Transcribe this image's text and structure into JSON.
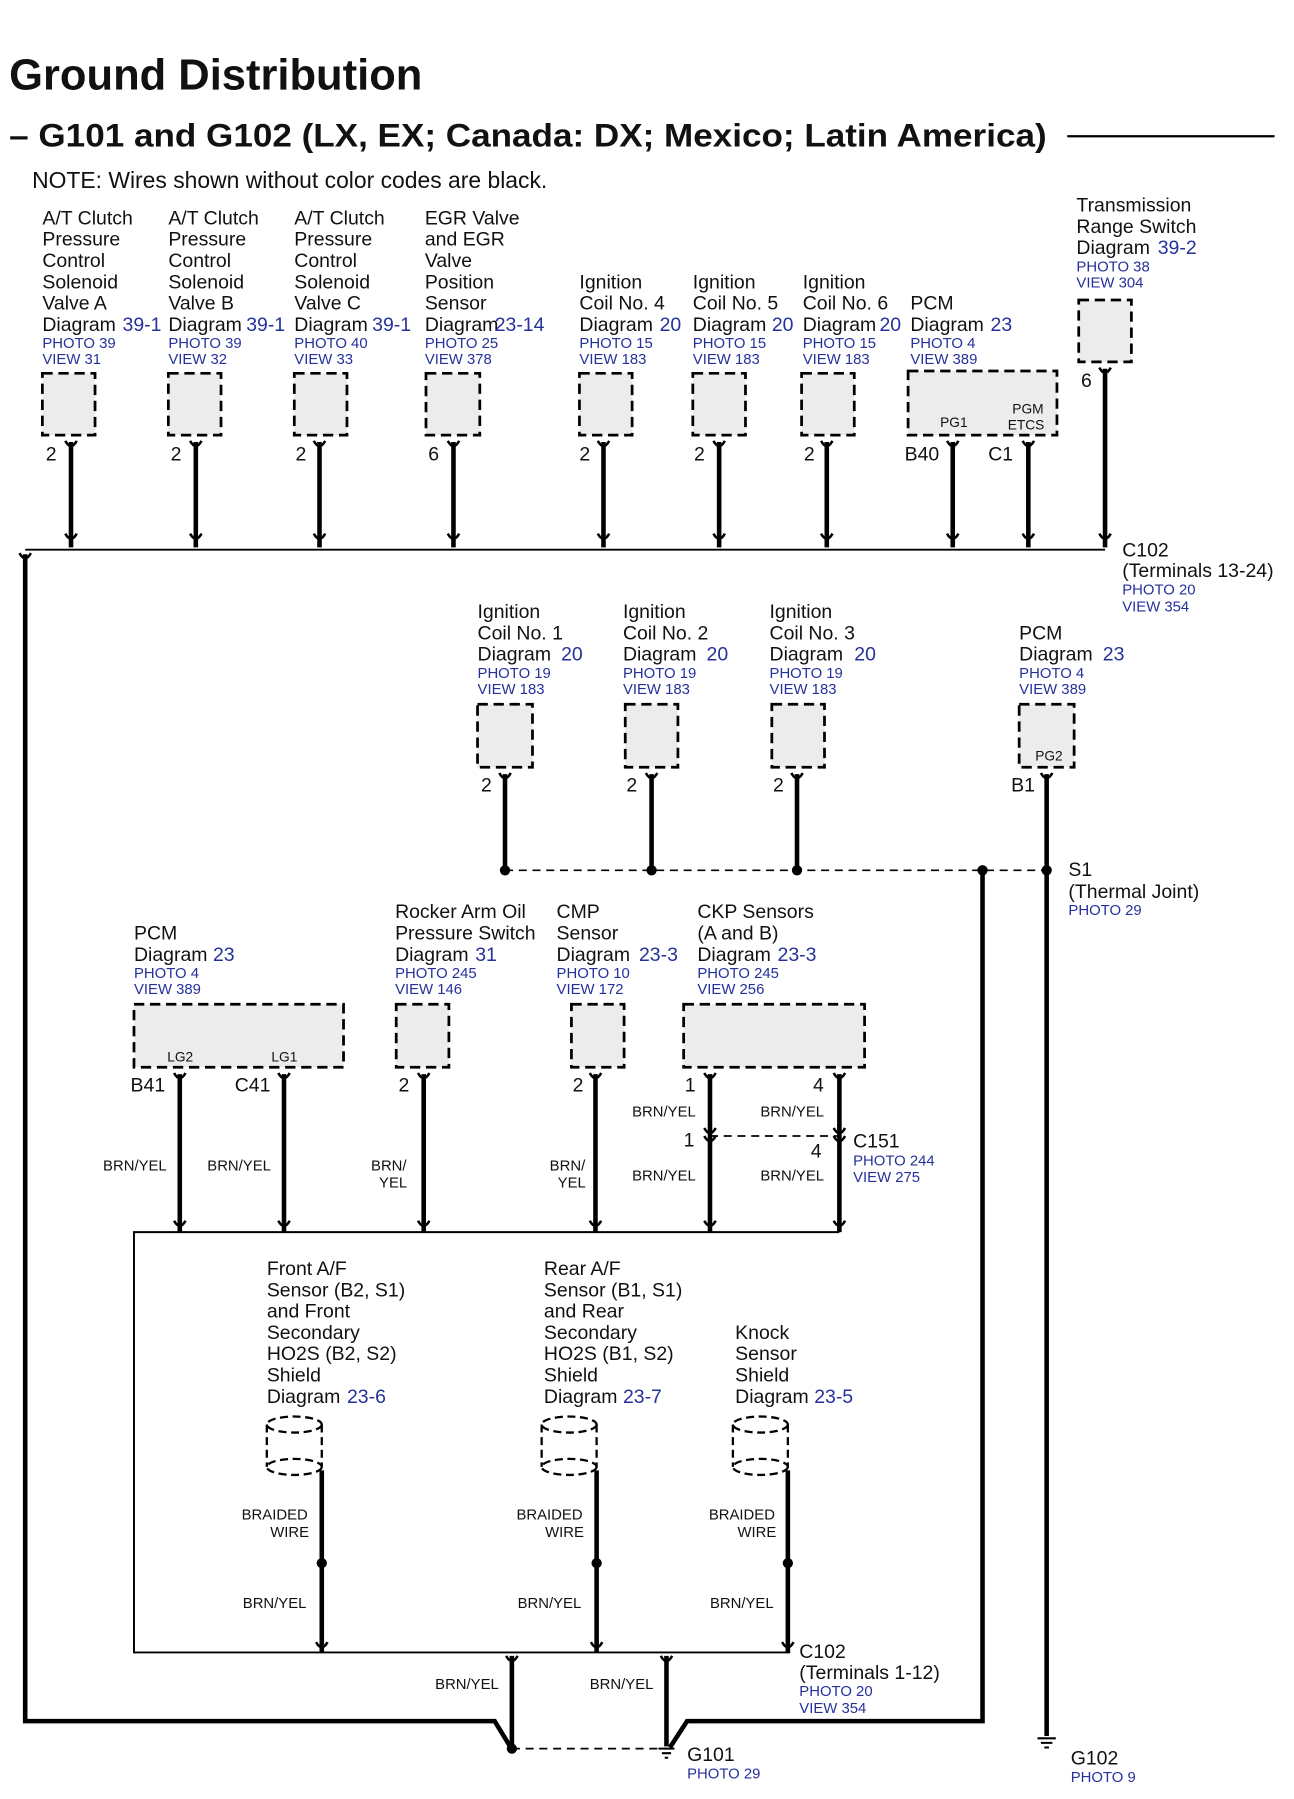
{
  "header": {
    "title": "Ground Distribution",
    "subtitle": "– G101 and G102 (LX, EX; Canada: DX; Mexico; Latin America)",
    "note": "NOTE: Wires shown without color codes are black."
  },
  "colors": {
    "reference_blue": "#25319b",
    "box_fill": "#ececec"
  },
  "components": {
    "at_valve_a": {
      "name_lines": [
        "A/T Clutch",
        "Pressure",
        "Control",
        "Solenoid",
        "Valve A"
      ],
      "diagram_label": "Diagram",
      "diagram_ref": "39-1",
      "photo": "PHOTO 39",
      "view": "VIEW 31",
      "pins": [
        "2"
      ]
    },
    "at_valve_b": {
      "name_lines": [
        "A/T Clutch",
        "Pressure",
        "Control",
        "Solenoid",
        "Valve B"
      ],
      "diagram_label": "Diagram",
      "diagram_ref": "39-1",
      "photo": "PHOTO 39",
      "view": "VIEW 32",
      "pins": [
        "2"
      ]
    },
    "at_valve_c": {
      "name_lines": [
        "A/T Clutch",
        "Pressure",
        "Control",
        "Solenoid",
        "Valve C"
      ],
      "diagram_label": "Diagram",
      "diagram_ref": "39-1",
      "photo": "PHOTO 40",
      "view": "VIEW 33",
      "pins": [
        "2"
      ]
    },
    "egr": {
      "name_lines": [
        "EGR Valve",
        "and EGR",
        "Valve",
        "Position",
        "Sensor"
      ],
      "diagram_label": "Diagram",
      "diagram_ref": "23-14",
      "photo": "PHOTO 25",
      "view": "VIEW 378",
      "pins": [
        "6"
      ]
    },
    "coil_4": {
      "name_lines": [
        "Ignition",
        "Coil No. 4"
      ],
      "diagram_label": "Diagram",
      "diagram_ref": "20",
      "photo": "PHOTO 15",
      "view": "VIEW 183",
      "pins": [
        "2"
      ]
    },
    "coil_5": {
      "name_lines": [
        "Ignition",
        "Coil No. 5"
      ],
      "diagram_label": "Diagram",
      "diagram_ref": "20",
      "photo": "PHOTO 15",
      "view": "VIEW 183",
      "pins": [
        "2"
      ]
    },
    "coil_6": {
      "name_lines": [
        "Ignition",
        "Coil No. 6"
      ],
      "diagram_label": "Diagram",
      "diagram_ref": "20",
      "photo": "PHOTO 15",
      "view": "VIEW 183",
      "pins": [
        "2"
      ]
    },
    "pcm_top": {
      "name_lines": [
        "PCM"
      ],
      "diagram_label": "Diagram",
      "diagram_ref": "23",
      "photo": "PHOTO 4",
      "view": "VIEW 389",
      "pins": [
        "B40",
        "C1"
      ],
      "terminals": {
        "pg1": "PG1",
        "pgm_etcs": [
          "PGM",
          "ETCS"
        ]
      }
    },
    "trans_range_switch": {
      "name_lines": [
        "Transmission",
        "Range Switch"
      ],
      "diagram_label": "Diagram",
      "diagram_ref": "39-2",
      "photo": "PHOTO 38",
      "view": "VIEW 304",
      "pins": [
        "6"
      ]
    },
    "coil_1": {
      "name_lines": [
        "Ignition",
        "Coil No. 1"
      ],
      "diagram_label": "Diagram",
      "diagram_ref": "20",
      "photo": "PHOTO 19",
      "view": "VIEW 183",
      "pins": [
        "2"
      ]
    },
    "coil_2": {
      "name_lines": [
        "Ignition",
        "Coil No. 2"
      ],
      "diagram_label": "Diagram",
      "diagram_ref": "20",
      "photo": "PHOTO 19",
      "view": "VIEW 183",
      "pins": [
        "2"
      ]
    },
    "coil_3": {
      "name_lines": [
        "Ignition",
        "Coil No. 3"
      ],
      "diagram_label": "Diagram",
      "diagram_ref": "20",
      "photo": "PHOTO 19",
      "view": "VIEW 183",
      "pins": [
        "2"
      ]
    },
    "pcm_mid": {
      "name_lines": [
        "PCM"
      ],
      "diagram_label": "Diagram",
      "diagram_ref": "23",
      "photo": "PHOTO 4",
      "view": "VIEW 389",
      "pins": [
        "B1"
      ],
      "terminals": {
        "pg2": "PG2"
      }
    },
    "pcm_low": {
      "name_lines": [
        "PCM"
      ],
      "diagram_label": "Diagram",
      "diagram_ref": "23",
      "photo": "PHOTO 4",
      "view": "VIEW 389",
      "pins": [
        "B41",
        "C41"
      ],
      "terminals": {
        "lg2": "LG2",
        "lg1": "LG1"
      }
    },
    "rocker_switch": {
      "name_lines": [
        "Rocker Arm Oil",
        "Pressure Switch"
      ],
      "diagram_label": "Diagram",
      "diagram_ref": "31",
      "photo": "PHOTO 245",
      "view": "VIEW 146",
      "pins": [
        "2"
      ]
    },
    "cmp_sensor": {
      "name_lines": [
        "CMP",
        "Sensor"
      ],
      "diagram_label": "Diagram",
      "diagram_ref": "23-3",
      "photo": "PHOTO 10",
      "view": "VIEW 172",
      "pins": [
        "2"
      ]
    },
    "ckp_sensors": {
      "name_lines": [
        "CKP Sensors",
        "(A and B)"
      ],
      "diagram_label": "Diagram",
      "diagram_ref": "23-3",
      "photo": "PHOTO 245",
      "view": "VIEW 256",
      "pins": [
        "1",
        "4"
      ]
    },
    "front_af_shield": {
      "name_lines": [
        "Front A/F",
        "Sensor (B2, S1)",
        "and Front",
        "Secondary",
        "HO2S (B2, S2)",
        "Shield"
      ],
      "diagram_label": "Diagram",
      "diagram_ref": "23-6"
    },
    "rear_af_shield": {
      "name_lines": [
        "Rear A/F",
        "Sensor (B1, S1)",
        "and Rear",
        "Secondary",
        "HO2S (B1, S2)",
        "Shield"
      ],
      "diagram_label": "Diagram",
      "diagram_ref": "23-7"
    },
    "knock_shield": {
      "name_lines": [
        "Knock",
        "Sensor",
        "Shield"
      ],
      "diagram_label": "Diagram",
      "diagram_ref": "23-5"
    }
  },
  "wire_labels": {
    "brn_yel": "BRN/YEL",
    "brn_yel_split": [
      "BRN/",
      "YEL"
    ],
    "braided_wire": [
      "BRAIDED",
      "WIRE"
    ]
  },
  "connectors": {
    "c102_upper": {
      "name": "C102",
      "detail": "(Terminals 13-24)",
      "photo": "PHOTO 20",
      "view": "VIEW 354"
    },
    "c102_lower": {
      "name": "C102",
      "detail": "(Terminals 1-12)",
      "photo": "PHOTO 20",
      "view": "VIEW 354"
    },
    "c151": {
      "name": "C151",
      "photo": "PHOTO 244",
      "view": "VIEW 275",
      "pins": [
        "1",
        "4"
      ]
    }
  },
  "splice": {
    "name": "S1",
    "detail": "(Thermal Joint)",
    "photo": "PHOTO 29"
  },
  "grounds": {
    "g101": {
      "name": "G101",
      "photo": "PHOTO 29"
    },
    "g102": {
      "name": "G102",
      "photo": "PHOTO 9"
    }
  }
}
